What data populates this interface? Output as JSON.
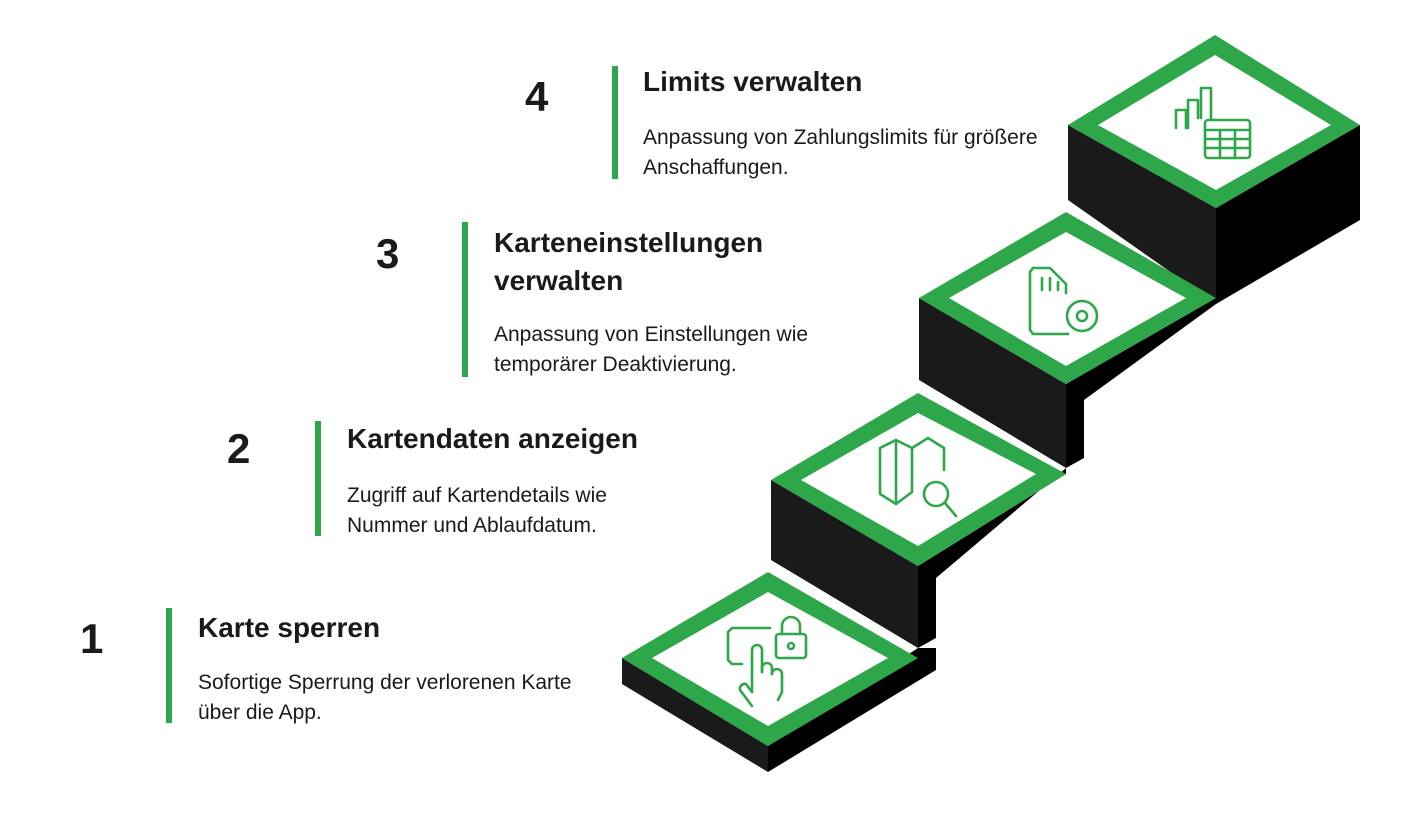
{
  "accent_color": "#2ea74a",
  "steps": [
    {
      "number": "1",
      "title": "Karte sperren",
      "description": "Sofortige Sperrung der verlorenen Karte über die App.",
      "icon": "hand-touch-lock-icon"
    },
    {
      "number": "2",
      "title": "Kartendaten anzeigen",
      "description": "Zugriff auf Kartendetails wie Nummer und Ablaufdatum.",
      "icon": "map-search-icon"
    },
    {
      "number": "3",
      "title": "Karteneinstellungen verwalten",
      "description": "Anpassung von Einstellungen wie temporärer Deaktivierung.",
      "icon": "card-gear-icon"
    },
    {
      "number": "4",
      "title": "Limits verwalten",
      "description": "Anpassung von Zahlungslimits für größere Anschaffungen.",
      "icon": "chart-table-icon"
    }
  ]
}
